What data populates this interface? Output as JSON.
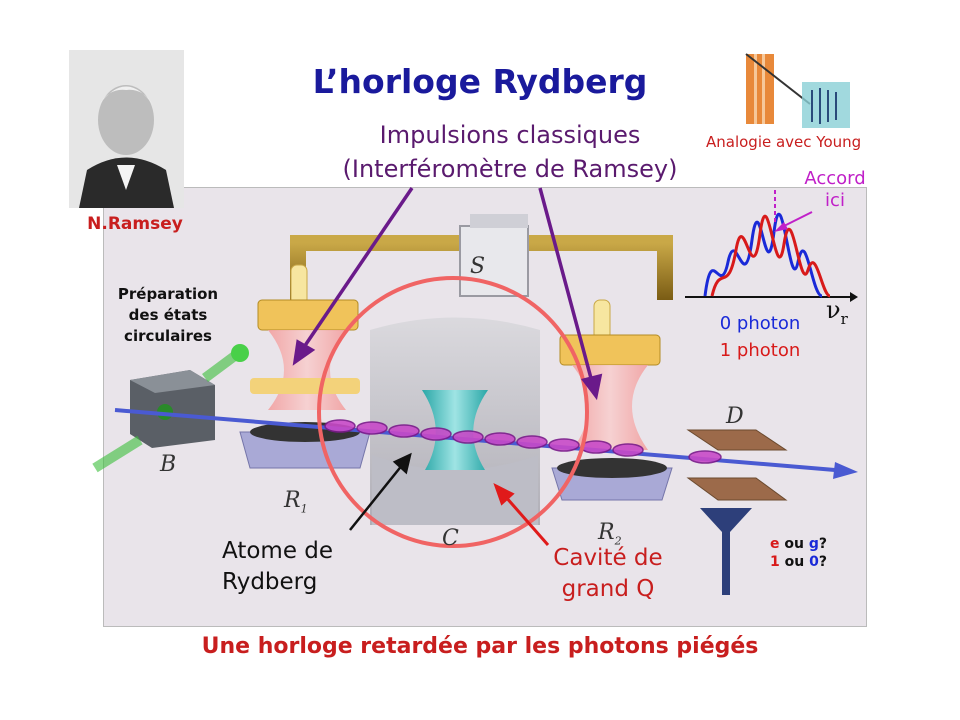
{
  "title": "L’horloge Rydberg",
  "impulse_line1": "Impulsions classiques",
  "impulse_line2": "(Interféromètre de Ramsey)",
  "portrait_name": "N.Ramsey",
  "young_label": "Analogie avec Young",
  "accord_line1": "Accord",
  "accord_line2": "ici",
  "axis_label": "ν",
  "axis_sub": "r",
  "prep_line1": "Préparation",
  "prep_line2": "des états",
  "prep_line3": "circulaires",
  "photon0": "0 photon",
  "photon1": "1 photon",
  "atome_line1": "Atome de",
  "atome_line2": "Rydberg",
  "cavite_line1": "Cavité de",
  "cavite_line2": "grand Q",
  "eg_e": "e",
  "eg_ou1": " ou ",
  "eg_g": "g",
  "eg_q1": "?",
  "eg_1": "1",
  "eg_ou2": " ou ",
  "eg_0": "0",
  "eg_q2": "?",
  "labels": {
    "S": "S",
    "B": "B",
    "R1": "R",
    "R1_sub": "1",
    "R2": "R",
    "R2_sub": "2",
    "C": "C",
    "D": "D"
  },
  "footer": "Une horloge retardée par les photons piégés",
  "colors": {
    "title": "#1a1a9c",
    "accent_red": "#c81e1e",
    "purple": "#5a1a6e",
    "magenta": "#c020c8",
    "blue_curve": "#1a2ad8",
    "red_curve": "#d81a1a"
  }
}
